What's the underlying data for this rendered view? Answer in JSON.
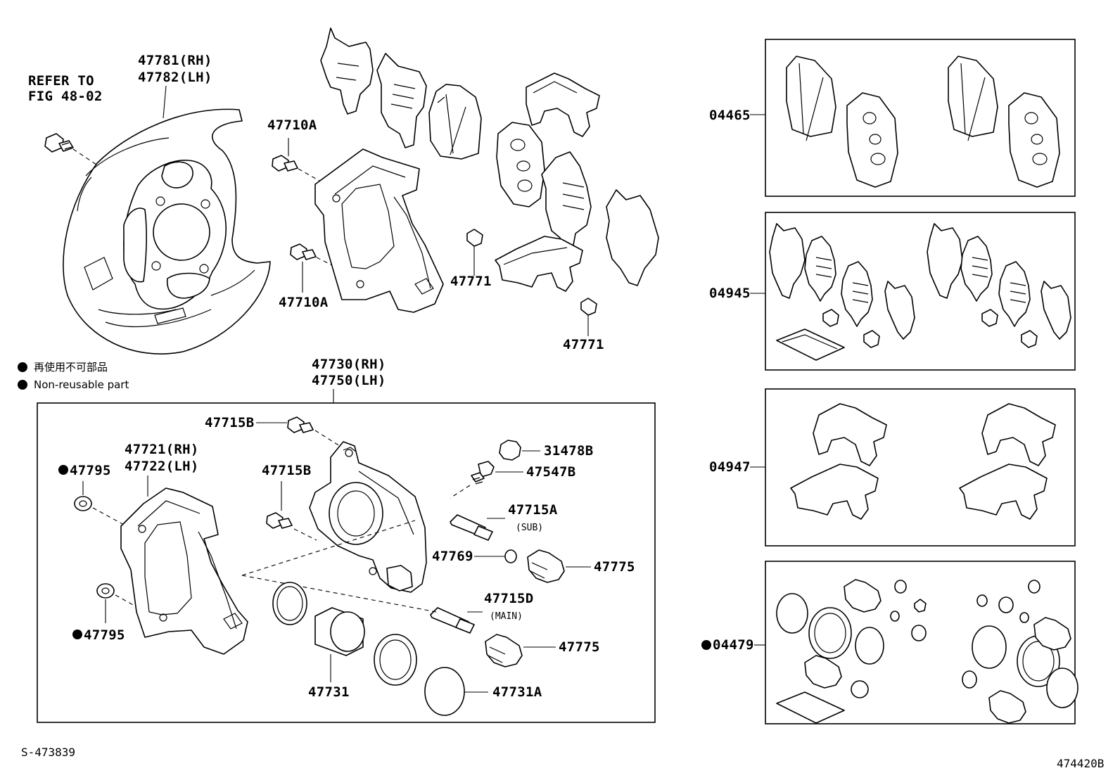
{
  "refer": {
    "line1": "REFER TO",
    "line2": "FIG 48-02"
  },
  "labels": {
    "dust_cover_rh": "47781(RH)",
    "dust_cover_lh": "47782(LH)",
    "bolt_a_top": "47710A",
    "bolt_a_bottom": "47710A",
    "clip_upper": "47771",
    "clip_lower": "47771",
    "caliper_rh": "47730(RH)",
    "caliper_lh": "47750(LH)",
    "bolt_b_top": "47715B",
    "bolt_b_mid": "47715B",
    "mounting_rh": "47721(RH)",
    "mounting_lh": "47722(LH)",
    "washer_top": "47795",
    "washer_bottom": "47795",
    "cap": "31478B",
    "bleeder": "47547B",
    "pin_a": "47715A",
    "pin_a_note": "(SUB)",
    "bushing": "47769",
    "boot_upper": "47775",
    "pin_d": "47715D",
    "pin_d_note": "(MAIN)",
    "boot_lower": "47775",
    "piston": "47731",
    "piston_seal": "47731A",
    "kit_pad": "04465",
    "kit_shim": "04945",
    "kit_fitting": "04947",
    "kit_cylinder": "04479"
  },
  "legend": {
    "jp": "再使用不可部品",
    "en": "Non-reusable part"
  },
  "footer": {
    "left": "S-473839",
    "right": "474420B"
  }
}
